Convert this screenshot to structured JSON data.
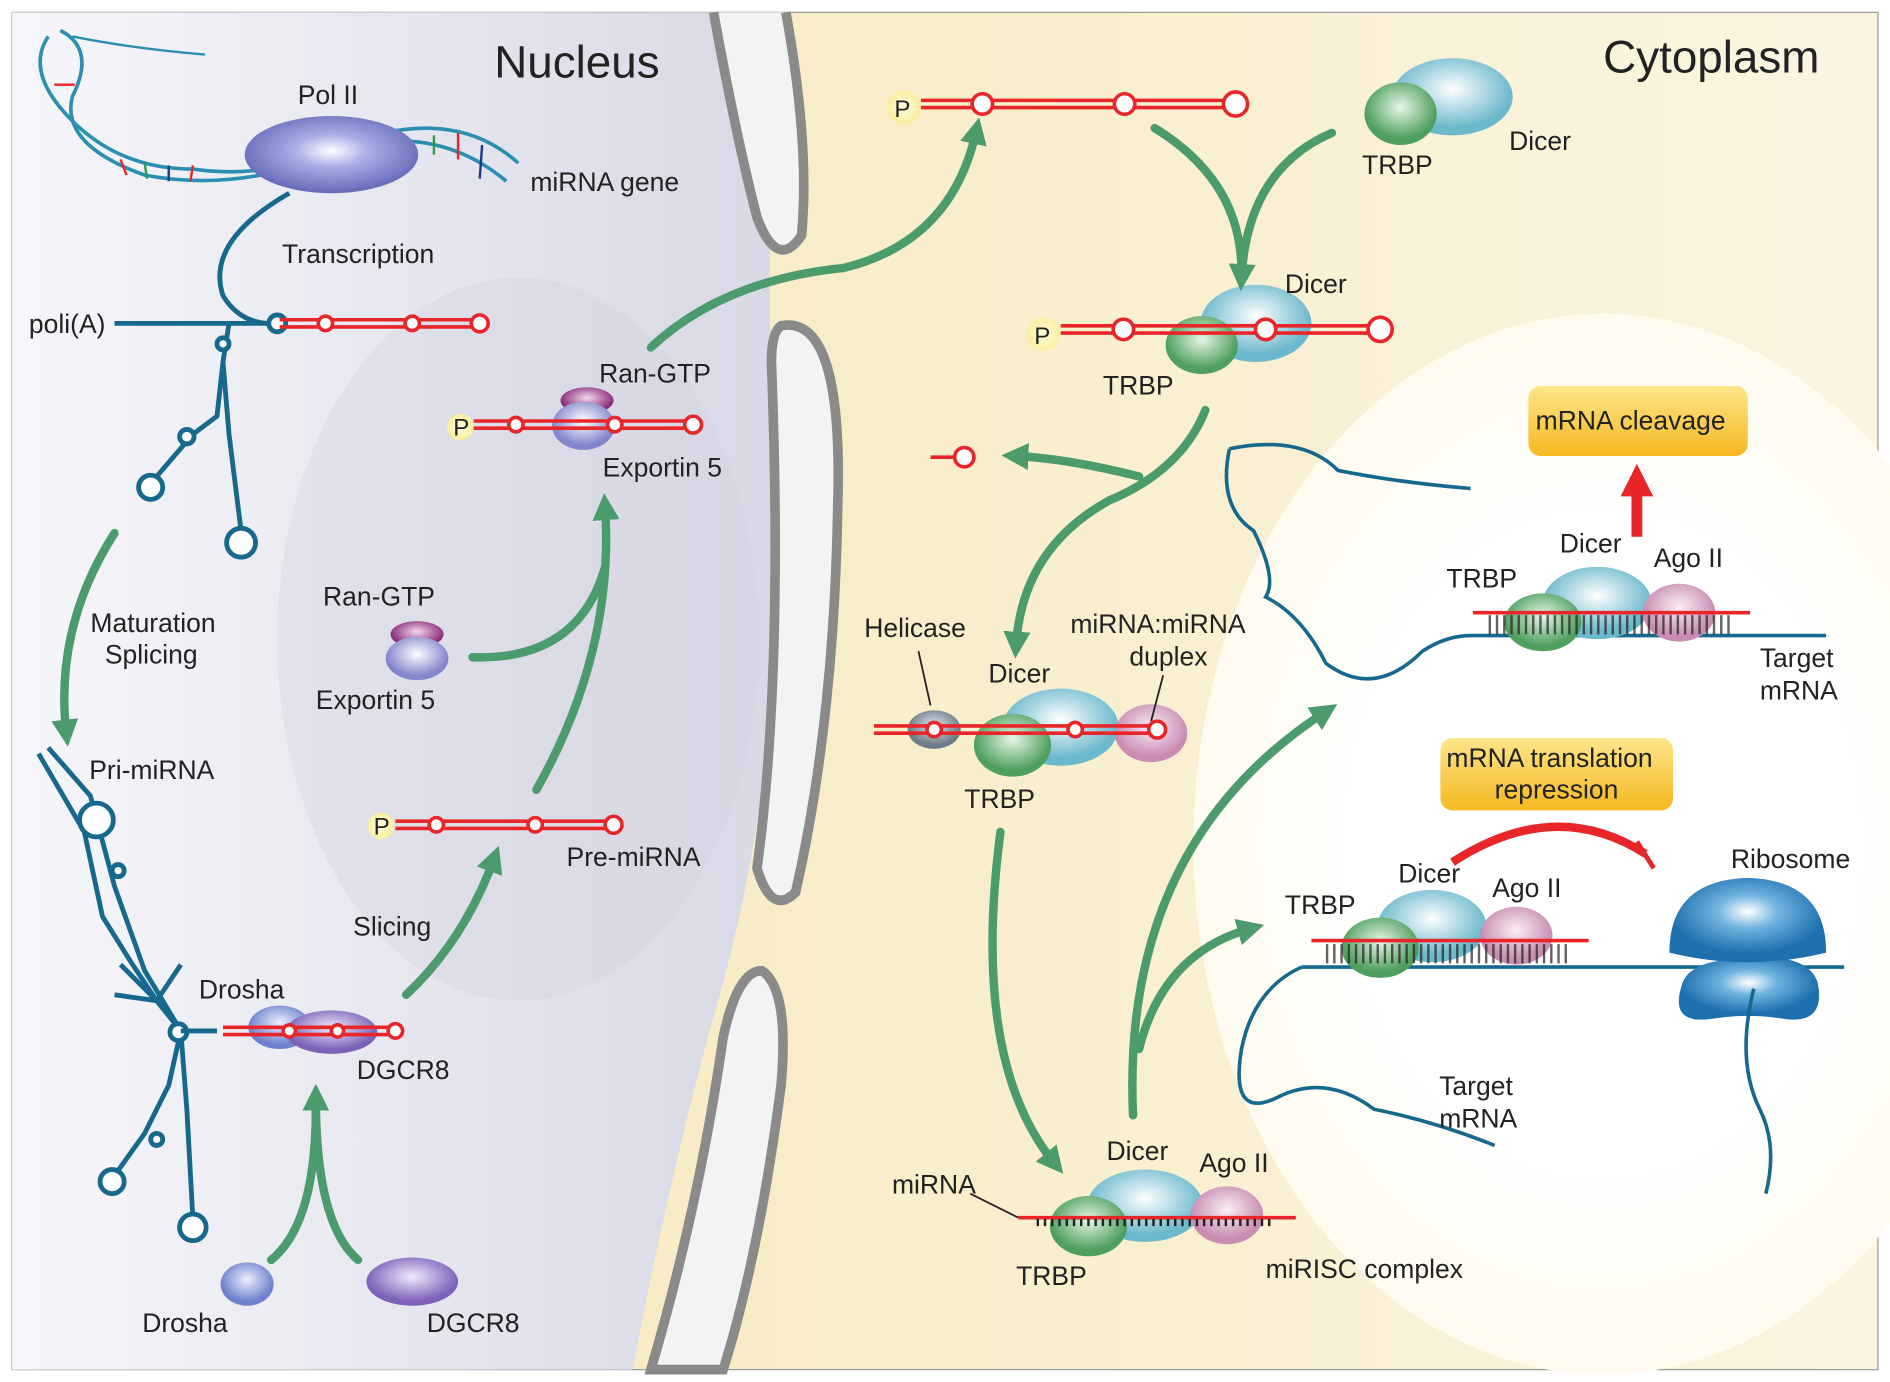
{
  "titles": {
    "nucleus": "Nucleus",
    "cytoplasm": "Cytoplasm"
  },
  "nucleus": {
    "pol2": "Pol II",
    "mirna_gene": "miRNA gene",
    "transcription": "Transcription",
    "poliA": "poli(A)",
    "maturation_splicing": [
      "Maturation",
      "Splicing"
    ],
    "pri_mirna": "Pri-miRNA",
    "drosha_complex": "Drosha",
    "dgcr8_complex": "DGCR8",
    "slicing": "Slicing",
    "pre_mirna": "Pre-miRNA",
    "ran_gtp_free": "Ran-GTP",
    "exportin_free": "Exportin 5",
    "ran_gtp_complex": "Ran-GTP",
    "exportin_complex": "Exportin 5",
    "drosha_free": "Drosha",
    "dgcr8_free": "DGCR8",
    "phosphate": "P"
  },
  "cytoplasm": {
    "phosphate": "P",
    "trbp_top": "TRBP",
    "dicer_top": "Dicer",
    "dicer_bound": "Dicer",
    "trbp_bound": "TRBP",
    "helicase": "Helicase",
    "duplex": [
      "miRNA:miRNA",
      "duplex"
    ],
    "dicer_helicase": "Dicer",
    "trbp_helicase": "TRBP",
    "mirna": "miRNA",
    "dicer_risc": "Dicer",
    "ago_risc": "Ago II",
    "trbp_risc": "TRBP",
    "mirisc_complex": "miRISC complex",
    "mrna_cleavage": "mRNA cleavage",
    "cleavage_trbp": "TRBP",
    "cleavage_dicer": "Dicer",
    "cleavage_ago": "Ago II",
    "target_mrna_1": [
      "Target",
      "mRNA"
    ],
    "translation_repression": [
      "mRNA translation",
      "repression"
    ],
    "repr_trbp": "TRBP",
    "repr_dicer": "Dicer",
    "repr_ago": "Ago II",
    "ribosome": "Ribosome",
    "target_mrna_2": [
      "Target",
      "mRNA"
    ]
  },
  "colors": {
    "arrow": "#4c9b6c",
    "rna": "#e8262a",
    "trbp": "#6db57a",
    "dicer": "#8fcbd8",
    "ago": "#dca7c8",
    "drosha": "#8a9ad8",
    "dgcr8": "#9a80c8",
    "ran_gtp": "#a04890",
    "exportin": "#a3a6dc",
    "ribosome": "#3b8fc9",
    "badge": "#f7c430"
  }
}
